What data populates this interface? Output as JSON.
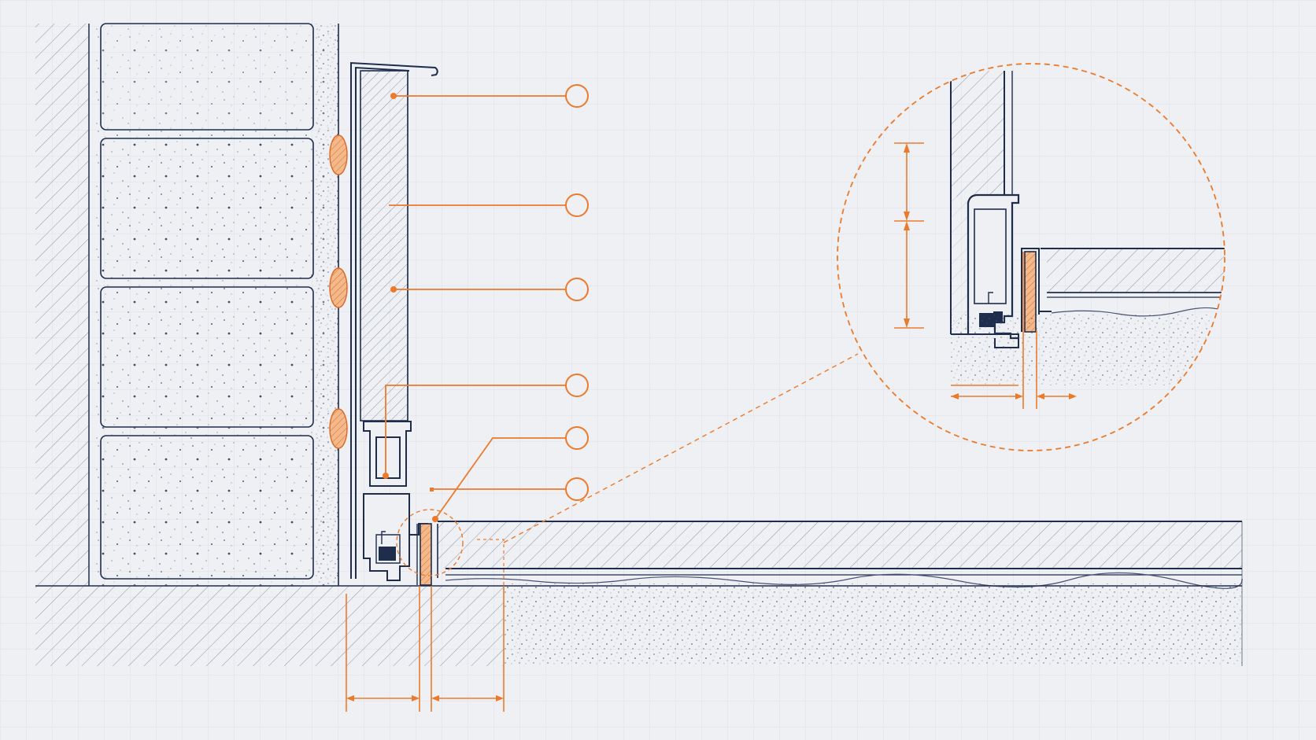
{
  "drawing": {
    "kind": "baseboard-and-floor construction section detail",
    "callouts": [
      {
        "id": "callout-1",
        "label": ""
      },
      {
        "id": "callout-2",
        "label": ""
      },
      {
        "id": "callout-3",
        "label": ""
      },
      {
        "id": "callout-4",
        "label": ""
      },
      {
        "id": "callout-5",
        "label": ""
      },
      {
        "id": "callout-6",
        "label": ""
      }
    ],
    "dimensions_main": [
      {
        "id": "gap-left",
        "label": ""
      },
      {
        "id": "gap-right",
        "label": ""
      }
    ],
    "dimensions_detail": [
      {
        "id": "detail-height-upper",
        "label": ""
      },
      {
        "id": "detail-height-lower",
        "label": ""
      },
      {
        "id": "detail-width-left",
        "label": ""
      },
      {
        "id": "detail-width-right",
        "label": ""
      }
    ]
  },
  "colors": {
    "background": "#eef0f3",
    "grid": "#d9dde6",
    "ink": "#1f2d4d",
    "accent": "#ec7a2c",
    "hatch": "#8b93a8",
    "speckle": "#3a4560"
  }
}
